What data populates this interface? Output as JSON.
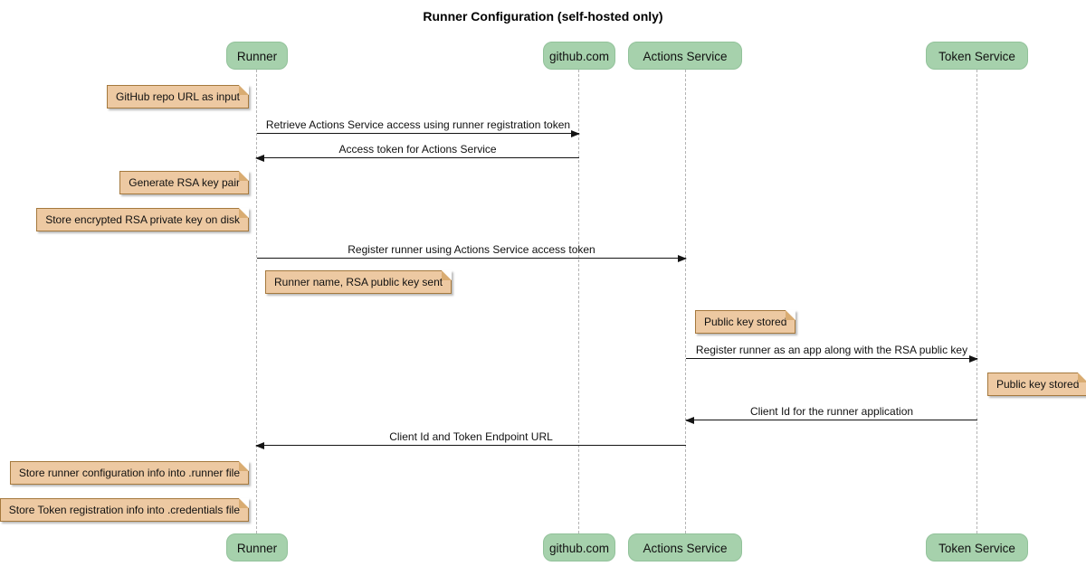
{
  "title": "Runner Configuration (self-hosted only)",
  "diagram": {
    "type": "sequence",
    "participants": [
      {
        "id": "runner",
        "label": "Runner"
      },
      {
        "id": "github",
        "label": "github.com"
      },
      {
        "id": "actions-service",
        "label": "Actions Service"
      },
      {
        "id": "token-service",
        "label": "Token Service"
      }
    ],
    "messages": [
      {
        "from": "Runner",
        "to": "github.com",
        "direction": "right",
        "label": "Retrieve Actions Service access using runner registration token"
      },
      {
        "from": "github.com",
        "to": "Runner",
        "direction": "left",
        "label": "Access token for Actions Service"
      },
      {
        "from": "Runner",
        "to": "Actions Service",
        "direction": "right",
        "label": "Register runner using Actions Service access token"
      },
      {
        "from": "Actions Service",
        "to": "Token Service",
        "direction": "right",
        "label": "Register runner as an app along with the RSA public key"
      },
      {
        "from": "Token Service",
        "to": "Actions Service",
        "direction": "left",
        "label": "Client Id for the runner application"
      },
      {
        "from": "Actions Service",
        "to": "Runner",
        "direction": "left",
        "label": "Client Id and Token Endpoint URL"
      }
    ],
    "notes": [
      {
        "anchor": "Runner",
        "side": "left",
        "label": "GitHub repo URL as input"
      },
      {
        "anchor": "Runner",
        "side": "left",
        "label": "Generate RSA key pair"
      },
      {
        "anchor": "Runner",
        "side": "left",
        "label": "Store encrypted RSA private key on disk"
      },
      {
        "anchor": "Runner",
        "side": "right",
        "label": "Runner name, RSA public key sent"
      },
      {
        "anchor": "Actions Service",
        "side": "right",
        "label": "Public key stored"
      },
      {
        "anchor": "Token Service",
        "side": "right",
        "label": "Public key stored"
      },
      {
        "anchor": "Runner",
        "side": "left",
        "label": "Store runner configuration info into .runner file"
      },
      {
        "anchor": "Runner",
        "side": "left",
        "label": "Store Token registration info into .credentials file"
      }
    ],
    "colors": {
      "participant_fill": "#a6d1ac",
      "participant_border": "#92c29a",
      "note_fill": "#edc9a2",
      "note_border": "#a5793d",
      "lifeline": "#b4b4b4",
      "arrow": "#141414",
      "text": "#111111",
      "background": "#ffffff"
    }
  }
}
